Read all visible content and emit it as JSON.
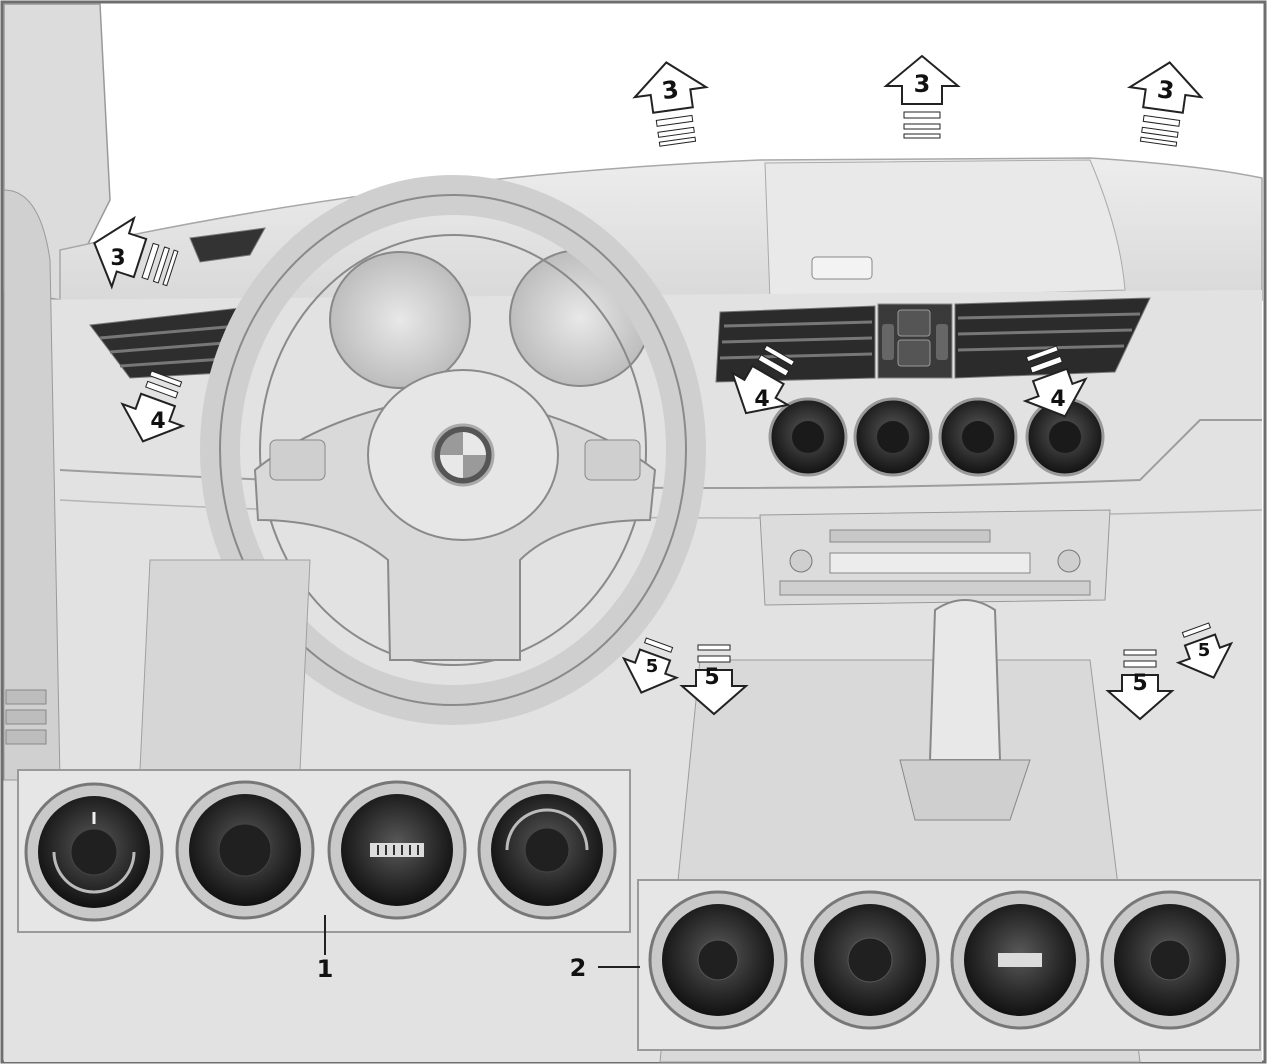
{
  "callouts": {
    "inset1": "1",
    "inset2": "2",
    "windshield": "3",
    "face": "4",
    "footwell": "5"
  },
  "colors": {
    "frame": "#6e6e6e",
    "dash": "#e4e4e4",
    "panel": "#dadada",
    "dark": "#3a3a3a",
    "knob": "#2a2a2a",
    "arrowFill": "#ffffff",
    "arrowStroke": "#222222"
  },
  "icons": [
    "steering-wheel-icon",
    "bmw-logo-icon",
    "gear-shifter-icon",
    "air-vent-icon",
    "rotary-knob-icon"
  ]
}
